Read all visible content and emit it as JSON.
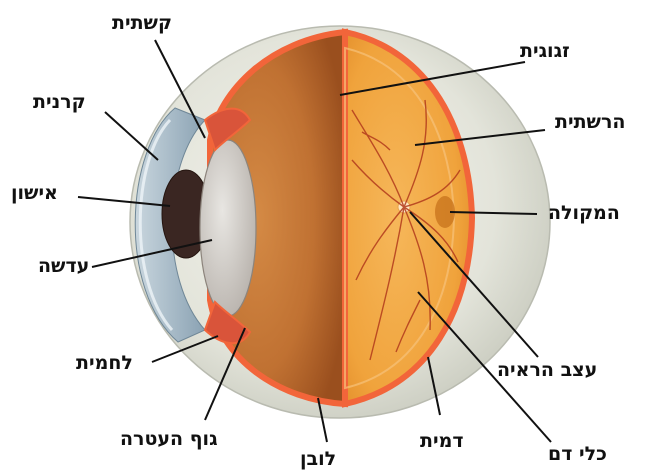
{
  "labels": {
    "ciliary_muscle": "קשתית",
    "cornea": "קרנית",
    "pupil": "אישון",
    "lens": "עדשה",
    "conjunctiva": "לחמית",
    "ciliary_body": "גוף העטרה",
    "sclera": "לובן",
    "choroid": "דמית",
    "blood_vessels": "כלי דם",
    "optic_nerve": "עצב הראיה",
    "macula": "המקולה",
    "retina": "הרשתית",
    "vitreous": "זגוגית"
  },
  "colors": {
    "sclera": "#e2e3d8",
    "iris": "#9fb4c2",
    "interior": "#c97c3a",
    "retina": "#f3a640",
    "outline": "#f2653a"
  }
}
